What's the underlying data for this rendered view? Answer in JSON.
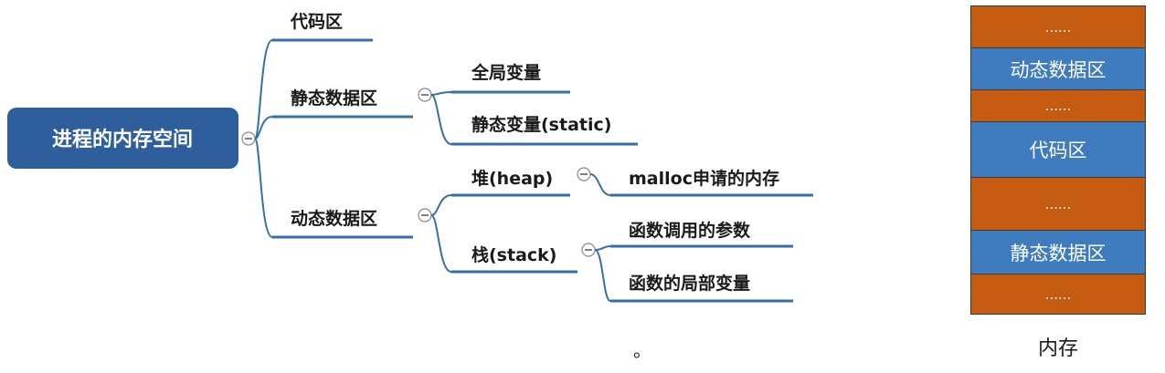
{
  "mindmap": {
    "root": "进程的内存空间",
    "code_area": "代码区",
    "static_area": {
      "label": "静态数据区",
      "children": [
        "全局变量",
        "静态变量(static)"
      ]
    },
    "dynamic_area": {
      "label": "动态数据区",
      "heap": {
        "label": "堆(heap)",
        "child": "malloc申请的内存"
      },
      "stack": {
        "label": "栈(stack)",
        "children": [
          "函数调用的参数",
          "函数的局部变量"
        ]
      }
    }
  },
  "memory": {
    "caption": "内存",
    "segments": [
      {
        "label": "......",
        "kind": "free"
      },
      {
        "label": "动态数据区",
        "kind": "used"
      },
      {
        "label": "......",
        "kind": "free"
      },
      {
        "label": "代码区",
        "kind": "used"
      },
      {
        "label": "......",
        "kind": "free"
      },
      {
        "label": "静态数据区",
        "kind": "used"
      },
      {
        "label": "......",
        "kind": "free"
      }
    ]
  },
  "stray_mark": "。",
  "colors": {
    "root_fill": "#2e5f9c",
    "branch_line": "#3a6ea5",
    "memory_free": "#c55a11",
    "memory_used": "#3e7cbf"
  }
}
